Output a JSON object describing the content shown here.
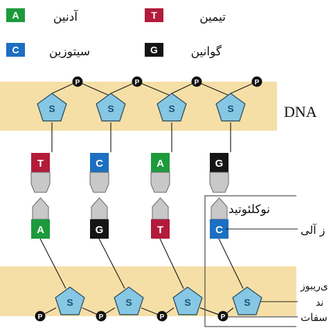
{
  "legend": {
    "adenine": {
      "label": "آدنین",
      "letter": "A",
      "color": "#1d9a3c"
    },
    "thymine": {
      "label": "تیمین",
      "letter": "T",
      "color": "#b31b3a"
    },
    "cytosine": {
      "label": "سیتوزین",
      "letter": "C",
      "color": "#1c6fc1"
    },
    "guanine": {
      "label": "گوانین",
      "letter": "G",
      "color": "#151515"
    }
  },
  "dna_label": "DNA",
  "sugar_letter": "S",
  "phosphate_letter": "P",
  "pairs": [
    {
      "top": "T",
      "bottom": "A"
    },
    {
      "top": "C",
      "bottom": "G"
    },
    {
      "top": "A",
      "bottom": "T"
    },
    {
      "top": "G",
      "bottom": "C"
    }
  ],
  "callouts": {
    "nucleotide": "نوکلئوتید",
    "organic_base": "ز آلی",
    "ribose_line1": "ی‌ریبوز",
    "ribose_line2": "ند",
    "phosphate": "سفات"
  },
  "colors": {
    "backbone_band": "#f6dfa6",
    "sugar_fill": "#86c7e4",
    "sugar_stroke": "#2c4a5e",
    "connector_fill": "#c8c8c8"
  }
}
